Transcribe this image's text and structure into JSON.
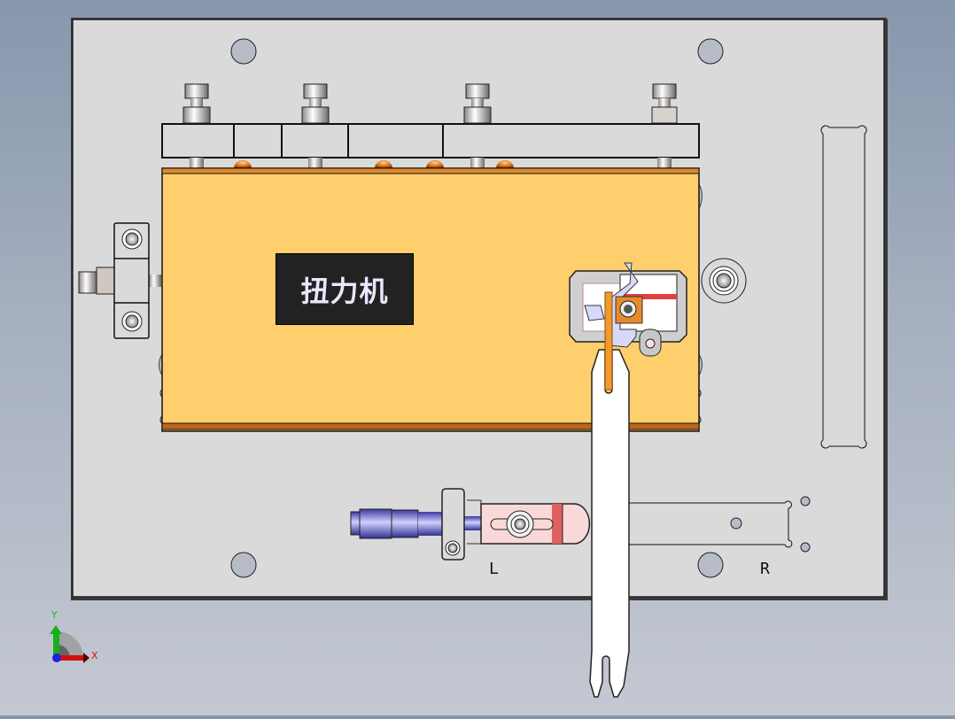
{
  "app": {
    "type": "CAD 3D viewport",
    "view": "top view assembly"
  },
  "model": {
    "title_plate_label": "扭力机",
    "side_labels": {
      "left": "L",
      "right": "R"
    }
  },
  "triad": {
    "x_label": "X",
    "y_label": "Y",
    "x_color": "#e01010",
    "y_color": "#10c010",
    "origin_color": "#2020e0"
  },
  "colors": {
    "background_top": "#8797ad",
    "background_bottom": "#c4c8d2",
    "base_plate": "#dadada",
    "body_block": "#ffcf6e",
    "body_edge": "#c0661a",
    "label_box": "#222222",
    "label_text": "#e8e8ff",
    "handle": "#ffffff",
    "cylinder": "#6a6ae0",
    "slider": "#f8d8d8",
    "holes": "#b7bcc8"
  }
}
